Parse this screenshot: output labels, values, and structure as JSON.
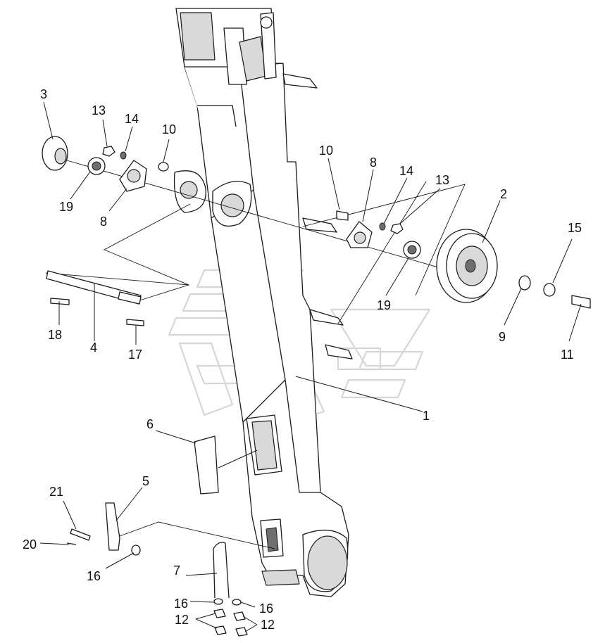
{
  "diagram": {
    "type": "exploded-parts-assembly",
    "callouts": [
      {
        "id": "c1",
        "text": "1"
      },
      {
        "id": "c2",
        "text": "2"
      },
      {
        "id": "c3",
        "text": "3"
      },
      {
        "id": "c4",
        "text": "4"
      },
      {
        "id": "c5",
        "text": "5"
      },
      {
        "id": "c6",
        "text": "6"
      },
      {
        "id": "c7",
        "text": "7"
      },
      {
        "id": "c8a",
        "text": "8"
      },
      {
        "id": "c8b",
        "text": "8"
      },
      {
        "id": "c9",
        "text": "9"
      },
      {
        "id": "c10a",
        "text": "10"
      },
      {
        "id": "c10b",
        "text": "10"
      },
      {
        "id": "c11",
        "text": "11"
      },
      {
        "id": "c12a",
        "text": "12"
      },
      {
        "id": "c12b",
        "text": "12"
      },
      {
        "id": "c13a",
        "text": "13"
      },
      {
        "id": "c13b",
        "text": "13"
      },
      {
        "id": "c14a",
        "text": "14"
      },
      {
        "id": "c14b",
        "text": "14"
      },
      {
        "id": "c15",
        "text": "15"
      },
      {
        "id": "c16a",
        "text": "16"
      },
      {
        "id": "c16b",
        "text": "16"
      },
      {
        "id": "c16c",
        "text": "16"
      },
      {
        "id": "c17",
        "text": "17"
      },
      {
        "id": "c18",
        "text": "18"
      },
      {
        "id": "c19a",
        "text": "19"
      },
      {
        "id": "c19b",
        "text": "19"
      },
      {
        "id": "c20",
        "text": "20"
      },
      {
        "id": "c21",
        "text": "21"
      }
    ]
  }
}
